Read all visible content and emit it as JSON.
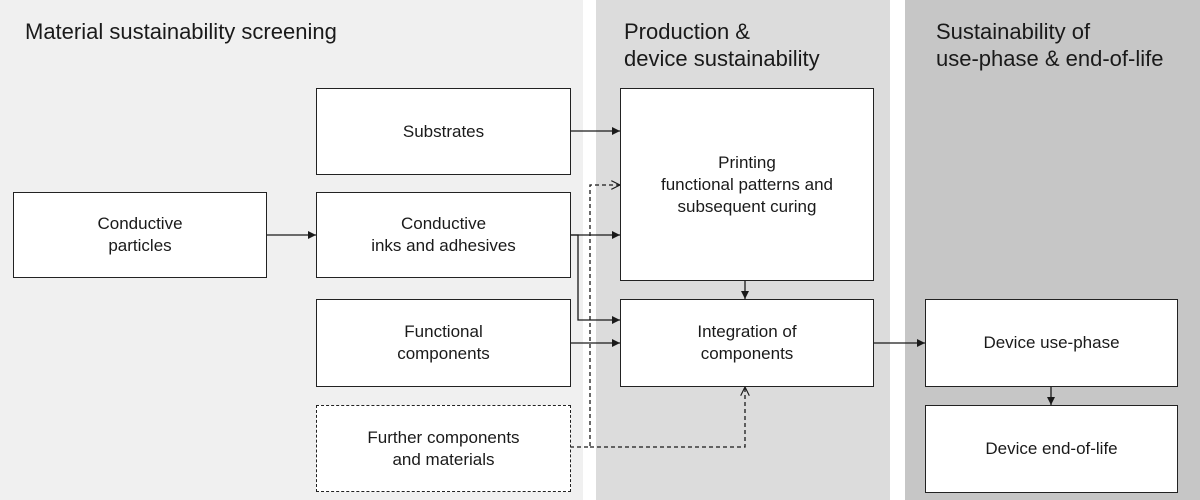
{
  "sections": {
    "material": "Material sustainability screening",
    "production": "Production &\ndevice sustainability",
    "usephase": "Sustainability of\nuse-phase & end-of-life"
  },
  "boxes": {
    "conductive_particles": "Conductive\nparticles",
    "substrates": "Substrates",
    "conductive_inks": "Conductive\ninks and adhesives",
    "functional_components": "Functional\ncomponents",
    "further_components": "Further components\nand materials",
    "printing": "Printing\nfunctional patterns and\nsubsequent curing",
    "integration": "Integration of\ncomponents",
    "device_use": "Device use-phase",
    "device_eol": "Device end-of-life"
  }
}
